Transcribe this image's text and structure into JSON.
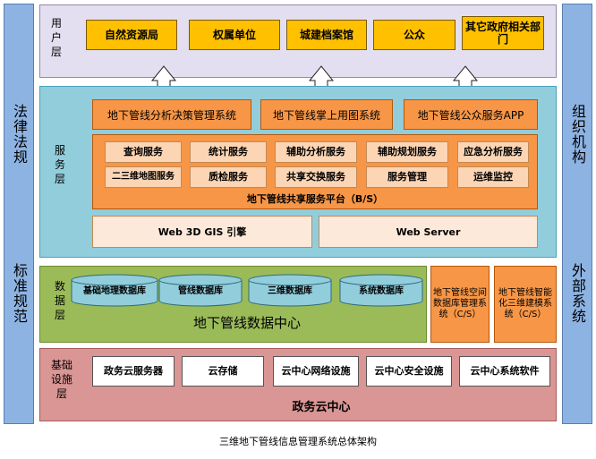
{
  "left_column": {
    "top": "法律法规",
    "bottom": "标准规范"
  },
  "right_column": {
    "top": "组织机构",
    "bottom": "外部系统"
  },
  "user_layer": {
    "label": "用户层",
    "items": [
      "自然资源局",
      "权属单位",
      "城建档案馆",
      "公众",
      "其它政府相关部门"
    ]
  },
  "service_layer": {
    "label": "服务层",
    "apps": [
      "地下管线分析决策管理系统",
      "地下管线掌上用图系统",
      "地下管线公众服务APP"
    ],
    "services_row1": [
      "查询服务",
      "统计服务",
      "辅助分析服务",
      "辅助规划服务",
      "应急分析服务"
    ],
    "services_row2": [
      "二三维地图服务",
      "质检服务",
      "共享交换服务",
      "服务管理",
      "运维监控"
    ],
    "platform_title": "地下管线共享服务平台（B/S）",
    "engines": [
      "Web 3D GIS 引擎",
      "Web Server"
    ]
  },
  "data_layer": {
    "label": "数据层",
    "databases": [
      "基础地理数据库",
      "管线数据库",
      "三维数据库",
      "系统数据库"
    ],
    "center_title": "地下管线数据中心",
    "side_systems": [
      "地下管线空间数据库管理系统（C/S）",
      "地下管线智能化三维建模系统（C/S）"
    ]
  },
  "infra_layer": {
    "label": "基础设施层",
    "items": [
      "政务云服务器",
      "云存储",
      "云中心网络设施",
      "云中心安全设施",
      "云中心系统软件"
    ],
    "center_title": "政务云中心"
  },
  "caption": "三维地下管线信息管理系统总体架构",
  "colors": {
    "side_column": "#8db3e2",
    "user_layer": "#e4dff0",
    "service_layer": "#92cddc",
    "data_layer": "#9bbb59",
    "infra_layer": "#d99694",
    "user_box": "#ffc000",
    "service_box": "#f79646",
    "database": "#92cddc"
  }
}
